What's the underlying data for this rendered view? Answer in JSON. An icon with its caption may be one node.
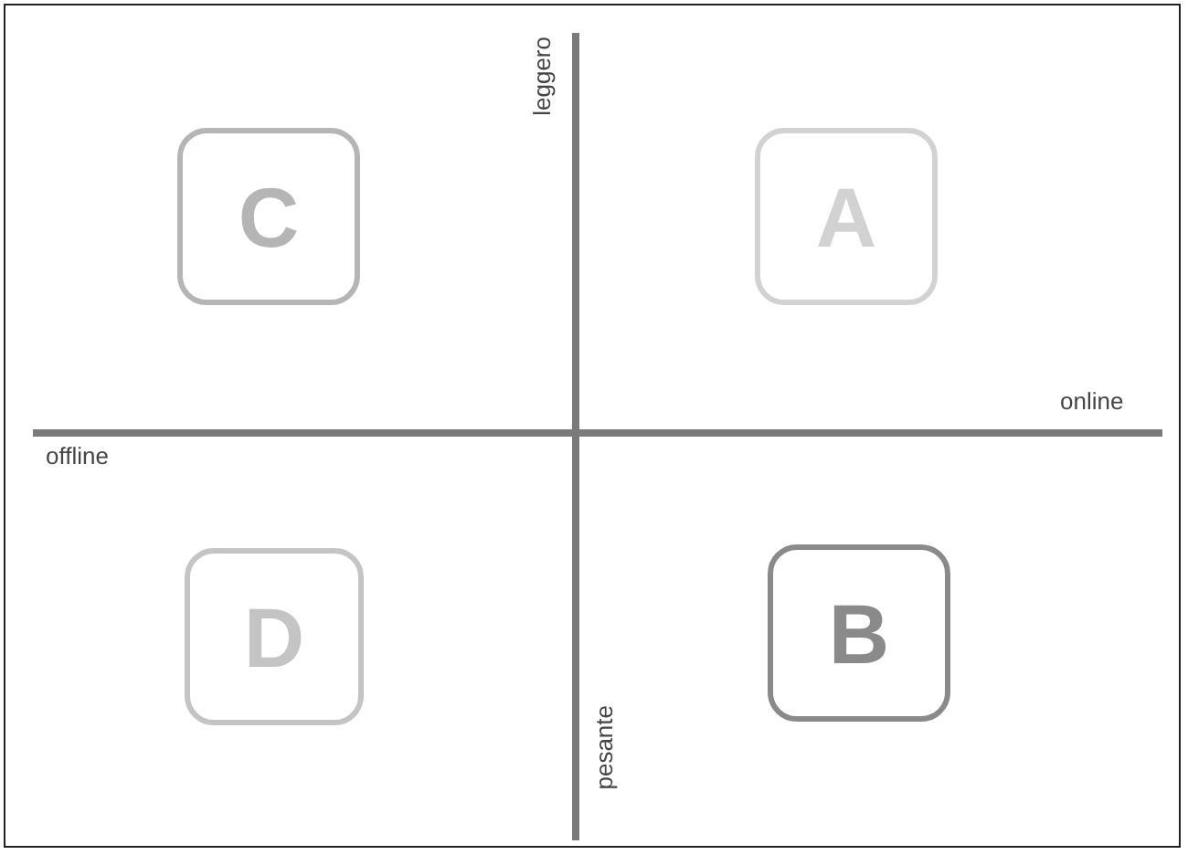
{
  "diagram": {
    "nodes": [
      {
        "text": [
          "C"
        ]
      },
      {
        "text": [
          "A"
        ]
      },
      {
        "text": [
          "D"
        ]
      },
      {
        "text": [
          "B"
        ]
      }
    ],
    "labels": [
      "leggero",
      "online",
      "offline",
      "pesante"
    ]
  }
}
